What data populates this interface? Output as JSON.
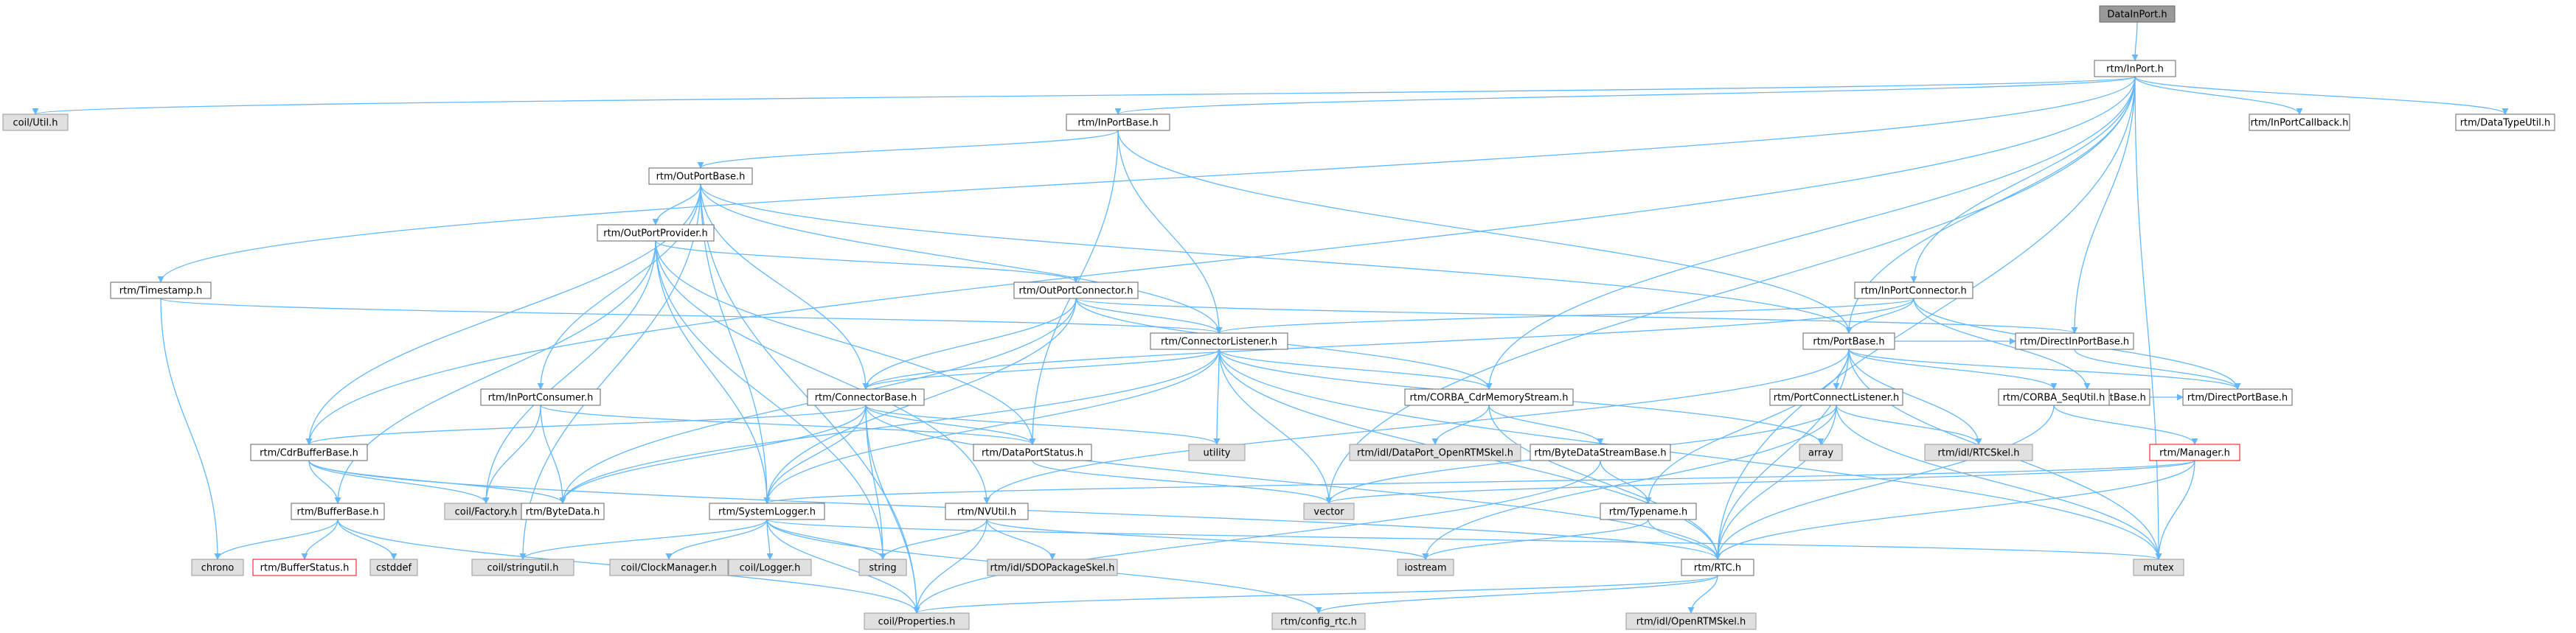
{
  "colors": {
    "edge": "#63b8ff",
    "root_fill": "#999999",
    "root_stroke": "#666666",
    "doc_fill": "#ffffff",
    "doc_stroke": "#666666",
    "ext_fill": "#e0e0e0",
    "ext_stroke": "#999999",
    "trunc_fill": "#ffffff",
    "trunc_stroke": "#ff0000"
  },
  "nodes": {
    "dataInPort": {
      "label": "DataInPort.h",
      "kind": "root"
    },
    "inPort": {
      "label": "rtm/InPort.h",
      "kind": "doc"
    },
    "coilUtil": {
      "label": "coil/Util.h",
      "kind": "ext"
    },
    "inPortBase": {
      "label": "rtm/InPortBase.h",
      "kind": "doc"
    },
    "inPortCallback": {
      "label": "rtm/InPortCallback.h",
      "kind": "doc"
    },
    "dataTypeUtil": {
      "label": "rtm/DataTypeUtil.h",
      "kind": "doc"
    },
    "outPortBase": {
      "label": "rtm/OutPortBase.h",
      "kind": "doc"
    },
    "timestamp": {
      "label": "rtm/Timestamp.h",
      "kind": "doc"
    },
    "outPortProvider": {
      "label": "rtm/OutPortProvider.h",
      "kind": "doc"
    },
    "outPortConnector": {
      "label": "rtm/OutPortConnector.h",
      "kind": "doc"
    },
    "inPortConnector": {
      "label": "rtm/InPortConnector.h",
      "kind": "doc"
    },
    "connectorListener": {
      "label": "rtm/ConnectorListener.h",
      "kind": "doc"
    },
    "portBase": {
      "label": "rtm/PortBase.h",
      "kind": "doc"
    },
    "directInPortBase": {
      "label": "rtm/DirectInPortBase.h",
      "kind": "doc"
    },
    "directOutPortBase": {
      "label": "rtm/DirectOutPortBase.h",
      "kind": "doc"
    },
    "directPortBase": {
      "label": "rtm/DirectPortBase.h",
      "kind": "doc"
    },
    "inPortConsumer": {
      "label": "rtm/InPortConsumer.h",
      "kind": "doc"
    },
    "connectorBase": {
      "label": "rtm/ConnectorBase.h",
      "kind": "doc"
    },
    "corbaCdr": {
      "label": "rtm/CORBA_CdrMemoryStream.h",
      "kind": "doc"
    },
    "portConnectListener": {
      "label": "rtm/PortConnectListener.h",
      "kind": "doc"
    },
    "corbaSeqUtil": {
      "label": "rtm/CORBA_SeqUtil.h",
      "kind": "doc"
    },
    "cdrBufferBase": {
      "label": "rtm/CdrBufferBase.h",
      "kind": "doc"
    },
    "utility": {
      "label": "utility",
      "kind": "ext"
    },
    "dataPortStatus": {
      "label": "rtm/DataPortStatus.h",
      "kind": "doc"
    },
    "idlDataPortSkel": {
      "label": "rtm/idl/DataPort_OpenRTMSkel.h",
      "kind": "ext"
    },
    "byteDataStreamBase": {
      "label": "rtm/ByteDataStreamBase.h",
      "kind": "doc"
    },
    "array": {
      "label": "array",
      "kind": "ext"
    },
    "idlRTCSkel": {
      "label": "rtm/idl/RTCSkel.h",
      "kind": "ext"
    },
    "manager": {
      "label": "rtm/Manager.h",
      "kind": "trunc"
    },
    "bufferBase": {
      "label": "rtm/BufferBase.h",
      "kind": "doc"
    },
    "coilFactory": {
      "label": "coil/Factory.h",
      "kind": "ext"
    },
    "byteData": {
      "label": "rtm/ByteData.h",
      "kind": "doc"
    },
    "systemLogger": {
      "label": "rtm/SystemLogger.h",
      "kind": "doc"
    },
    "nvUtil": {
      "label": "rtm/NVUtil.h",
      "kind": "doc"
    },
    "vector": {
      "label": "vector",
      "kind": "ext"
    },
    "typename": {
      "label": "rtm/Typename.h",
      "kind": "doc"
    },
    "chrono": {
      "label": "chrono",
      "kind": "ext"
    },
    "bufferStatus": {
      "label": "rtm/BufferStatus.h",
      "kind": "trunc"
    },
    "cstddef": {
      "label": "cstddef",
      "kind": "ext"
    },
    "coilStringutil": {
      "label": "coil/stringutil.h",
      "kind": "ext"
    },
    "coilClockManager": {
      "label": "coil/ClockManager.h",
      "kind": "ext"
    },
    "coilLogger": {
      "label": "coil/Logger.h",
      "kind": "ext"
    },
    "string": {
      "label": "string",
      "kind": "ext"
    },
    "idlSDOPackageSkel": {
      "label": "rtm/idl/SDOPackageSkel.h",
      "kind": "ext"
    },
    "iostream": {
      "label": "iostream",
      "kind": "ext"
    },
    "rtc": {
      "label": "rtm/RTC.h",
      "kind": "doc"
    },
    "mutex": {
      "label": "mutex",
      "kind": "ext"
    },
    "coilProperties": {
      "label": "coil/Properties.h",
      "kind": "ext"
    },
    "configRtc": {
      "label": "rtm/config_rtc.h",
      "kind": "ext"
    },
    "idlOpenRTMSkel": {
      "label": "rtm/idl/OpenRTMSkel.h",
      "kind": "ext"
    }
  },
  "edges": [
    [
      "dataInPort",
      "inPort"
    ],
    [
      "inPort",
      "coilUtil"
    ],
    [
      "inPort",
      "inPortBase"
    ],
    [
      "inPort",
      "inPortCallback"
    ],
    [
      "inPort",
      "dataTypeUtil"
    ],
    [
      "inPort",
      "timestamp"
    ],
    [
      "inPort",
      "inPortConnector"
    ],
    [
      "inPort",
      "directInPortBase"
    ],
    [
      "inPort",
      "cdrBufferBase"
    ],
    [
      "inPort",
      "portBase"
    ],
    [
      "inPort",
      "rtc"
    ],
    [
      "inPort",
      "mutex"
    ],
    [
      "inPort",
      "corbaCdr"
    ],
    [
      "inPort",
      "vector"
    ],
    [
      "inPortBase",
      "outPortBase"
    ],
    [
      "inPortBase",
      "connectorListener"
    ],
    [
      "inPortBase",
      "dataPortStatus"
    ],
    [
      "inPortBase",
      "portBase"
    ],
    [
      "outPortBase",
      "outPortProvider"
    ],
    [
      "outPortBase",
      "inPortConsumer"
    ],
    [
      "outPortBase",
      "connectorBase"
    ],
    [
      "outPortBase",
      "connectorListener"
    ],
    [
      "outPortBase",
      "portBase"
    ],
    [
      "outPortBase",
      "cdrBufferBase"
    ],
    [
      "outPortBase",
      "systemLogger"
    ],
    [
      "outPortBase",
      "coilProperties"
    ],
    [
      "outPortBase",
      "coilStringutil"
    ],
    [
      "outPortProvider",
      "outPortConnector"
    ],
    [
      "outPortProvider",
      "bufferBase"
    ],
    [
      "outPortProvider",
      "coilFactory"
    ],
    [
      "outPortProvider",
      "dataPortStatus"
    ],
    [
      "outPortProvider",
      "nvUtil"
    ],
    [
      "outPortProvider",
      "systemLogger"
    ],
    [
      "outPortProvider",
      "string"
    ],
    [
      "outPortConnector",
      "connectorListener"
    ],
    [
      "outPortConnector",
      "connectorBase"
    ],
    [
      "outPortConnector",
      "directInPortBase"
    ],
    [
      "outPortConnector",
      "corbaCdr"
    ],
    [
      "outPortConnector",
      "byteData"
    ],
    [
      "outPortConnector",
      "systemLogger"
    ],
    [
      "timestamp",
      "connectorListener"
    ],
    [
      "timestamp",
      "chrono"
    ],
    [
      "inPortConnector",
      "connectorBase"
    ],
    [
      "inPortConnector",
      "connectorListener"
    ],
    [
      "inPortConnector",
      "portBase"
    ],
    [
      "inPortConnector",
      "directOutPortBase"
    ],
    [
      "inPortConnector",
      "directPortBase"
    ],
    [
      "connectorListener",
      "connectorBase"
    ],
    [
      "connectorListener",
      "corbaCdr"
    ],
    [
      "connectorListener",
      "utility"
    ],
    [
      "connectorListener",
      "byteData"
    ],
    [
      "connectorListener",
      "vector"
    ],
    [
      "connectorListener",
      "rtc"
    ],
    [
      "connectorListener",
      "mutex"
    ],
    [
      "connectorListener",
      "array"
    ],
    [
      "connectorListener",
      "systemLogger"
    ],
    [
      "portBase",
      "directInPortBase"
    ],
    [
      "portBase",
      "directPortBase"
    ],
    [
      "portBase",
      "portConnectListener"
    ],
    [
      "portBase",
      "corbaSeqUtil"
    ],
    [
      "portBase",
      "idlRTCSkel"
    ],
    [
      "portBase",
      "nvUtil"
    ],
    [
      "portBase",
      "typename"
    ],
    [
      "portBase",
      "rtc"
    ],
    [
      "portBase",
      "mutex"
    ],
    [
      "directInPortBase",
      "directPortBase"
    ],
    [
      "directOutPortBase",
      "directPortBase"
    ],
    [
      "inPortConsumer",
      "coilFactory"
    ],
    [
      "inPortConsumer",
      "dataPortStatus"
    ],
    [
      "inPortConsumer",
      "byteData"
    ],
    [
      "connectorBase",
      "cdrBufferBase"
    ],
    [
      "connectorBase",
      "dataPortStatus"
    ],
    [
      "connectorBase",
      "utility"
    ],
    [
      "connectorBase",
      "systemLogger"
    ],
    [
      "connectorBase",
      "coilProperties"
    ],
    [
      "connectorBase",
      "string"
    ],
    [
      "connectorBase",
      "rtc"
    ],
    [
      "connectorBase",
      "byteData"
    ],
    [
      "corbaCdr",
      "idlDataPortSkel"
    ],
    [
      "corbaCdr",
      "byteDataStreamBase"
    ],
    [
      "corbaCdr",
      "rtc"
    ],
    [
      "portConnectListener",
      "idlRTCSkel"
    ],
    [
      "portConnectListener",
      "rtc"
    ],
    [
      "portConnectListener",
      "mutex"
    ],
    [
      "portConnectListener",
      "vector"
    ],
    [
      "portConnectListener",
      "iostream"
    ],
    [
      "corbaSeqUtil",
      "manager"
    ],
    [
      "corbaSeqUtil",
      "rtc"
    ],
    [
      "cdrBufferBase",
      "bufferBase"
    ],
    [
      "cdrBufferBase",
      "coilFactory"
    ],
    [
      "cdrBufferBase",
      "byteData"
    ],
    [
      "cdrBufferBase",
      "rtc"
    ],
    [
      "dataPortStatus",
      "vector"
    ],
    [
      "byteDataStreamBase",
      "typename"
    ],
    [
      "byteDataStreamBase",
      "coilProperties"
    ],
    [
      "manager",
      "systemLogger"
    ],
    [
      "manager",
      "rtc"
    ],
    [
      "manager",
      "mutex"
    ],
    [
      "manager",
      "vector"
    ],
    [
      "bufferBase",
      "chrono"
    ],
    [
      "bufferBase",
      "bufferStatus"
    ],
    [
      "bufferBase",
      "cstddef"
    ],
    [
      "bufferBase",
      "coilProperties"
    ],
    [
      "systemLogger",
      "coilStringutil"
    ],
    [
      "systemLogger",
      "coilClockManager"
    ],
    [
      "systemLogger",
      "coilLogger"
    ],
    [
      "systemLogger",
      "string"
    ],
    [
      "systemLogger",
      "configRtc"
    ],
    [
      "systemLogger",
      "coilProperties"
    ],
    [
      "systemLogger",
      "mutex"
    ],
    [
      "nvUtil",
      "idlSDOPackageSkel"
    ],
    [
      "nvUtil",
      "string"
    ],
    [
      "nvUtil",
      "coilProperties"
    ],
    [
      "nvUtil",
      "iostream"
    ],
    [
      "typename",
      "iostream"
    ],
    [
      "typename",
      "rtc"
    ],
    [
      "rtc",
      "coilProperties"
    ],
    [
      "rtc",
      "configRtc"
    ],
    [
      "rtc",
      "idlOpenRTMSkel"
    ]
  ]
}
